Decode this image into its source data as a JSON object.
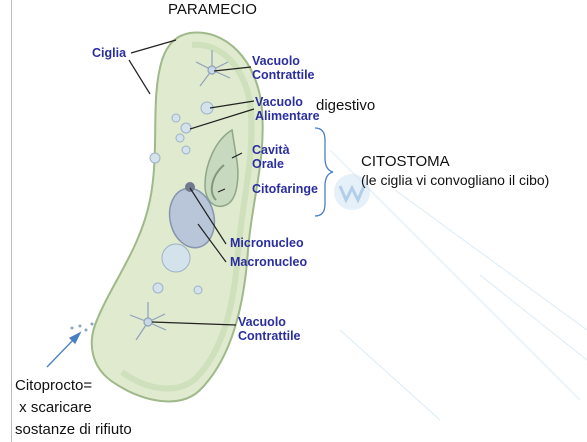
{
  "title": "PARAMECIO",
  "labels": {
    "ciglia": "Ciglia",
    "vacuolo_contrattile_top": "Vacuolo\nContrattile",
    "vacuolo_alimentare": "Vacuolo\nAlimentare",
    "digestivo": "digestivo",
    "cavita_orale": "Cavità\nOrale",
    "citofaringe": "Citofaringe",
    "micronucleo": "Micronucleo",
    "macronucleo": "Macronucleo",
    "vacuolo_contrattile_bottom": "Vacuolo\nContrattile"
  },
  "citostoma": {
    "title": "CITOSTOMA",
    "subtitle": "(le ciglia vi convogliano il cibo)"
  },
  "citoprocto": {
    "line1": "Citoprocto=",
    "line2": " x scaricare",
    "line3": "sostanze di rifiuto"
  },
  "colors": {
    "label_blue": "#2b2f9e",
    "cell_fill": "#dfeacf",
    "cell_stroke": "#9fb98a",
    "accent_arrow": "#4a7fc1",
    "bracket": "#4a7fc1"
  }
}
